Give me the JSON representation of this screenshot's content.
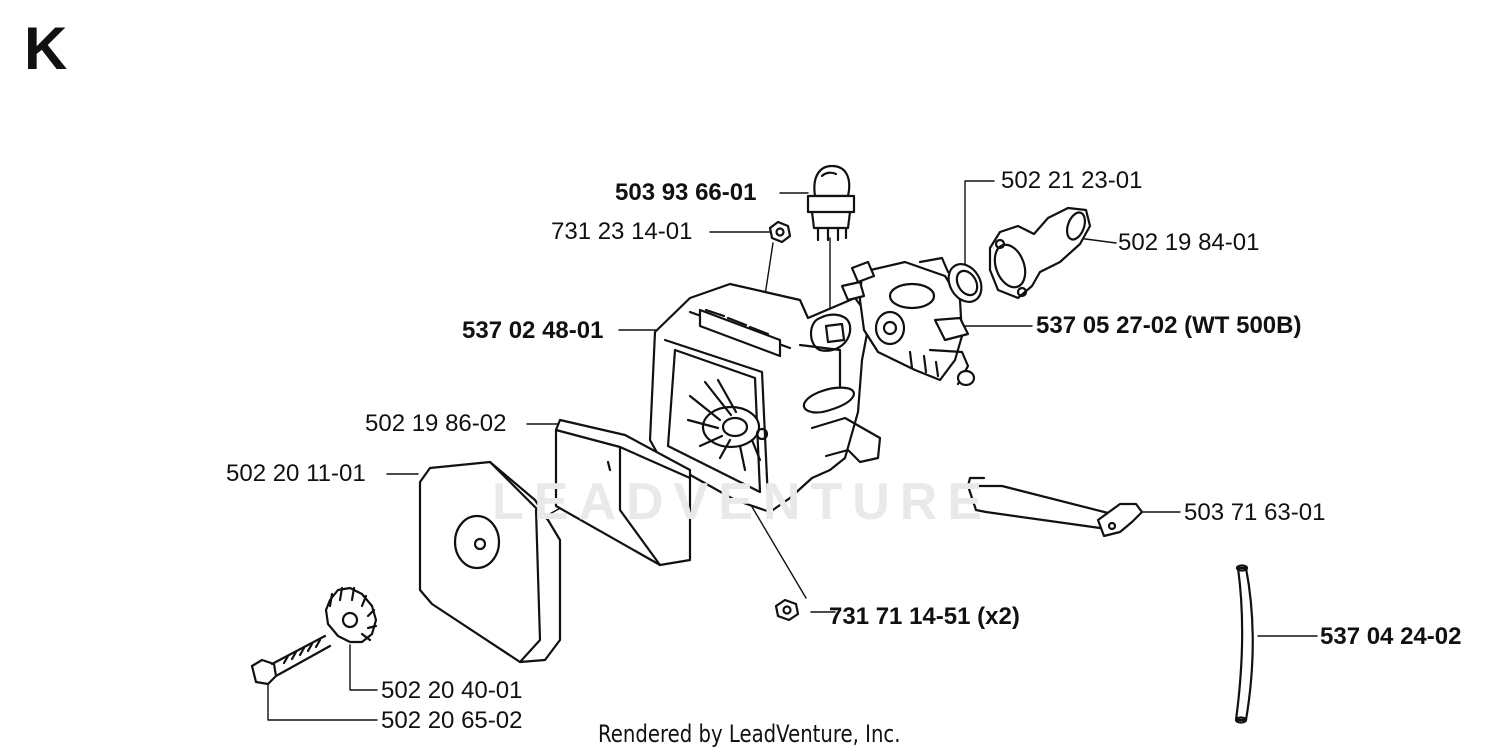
{
  "section_letter": "K",
  "watermark": "LEADVENTURE",
  "footer": "Rendered by LeadVenture, Inc.",
  "parts": {
    "primer_bulb": "503 93 66-01",
    "nut_small": "731 23 14-01",
    "air_filter_holder": "537 02 48-01",
    "filter_insert": "502 19 86-02",
    "air_filter": "502 20 11-01",
    "knob": "502 20 40-01",
    "screw": "502 20 65-02",
    "seal_ring": "502 21 23-01",
    "intake_manifold": "502 19 84-01",
    "carburetor": "537 05 27-02 (WT 500B)",
    "throttle_link": "503 71 63-01",
    "nut_pair": "731 71 14-51 (x2)",
    "fuel_hose": "537 04 24-02"
  }
}
